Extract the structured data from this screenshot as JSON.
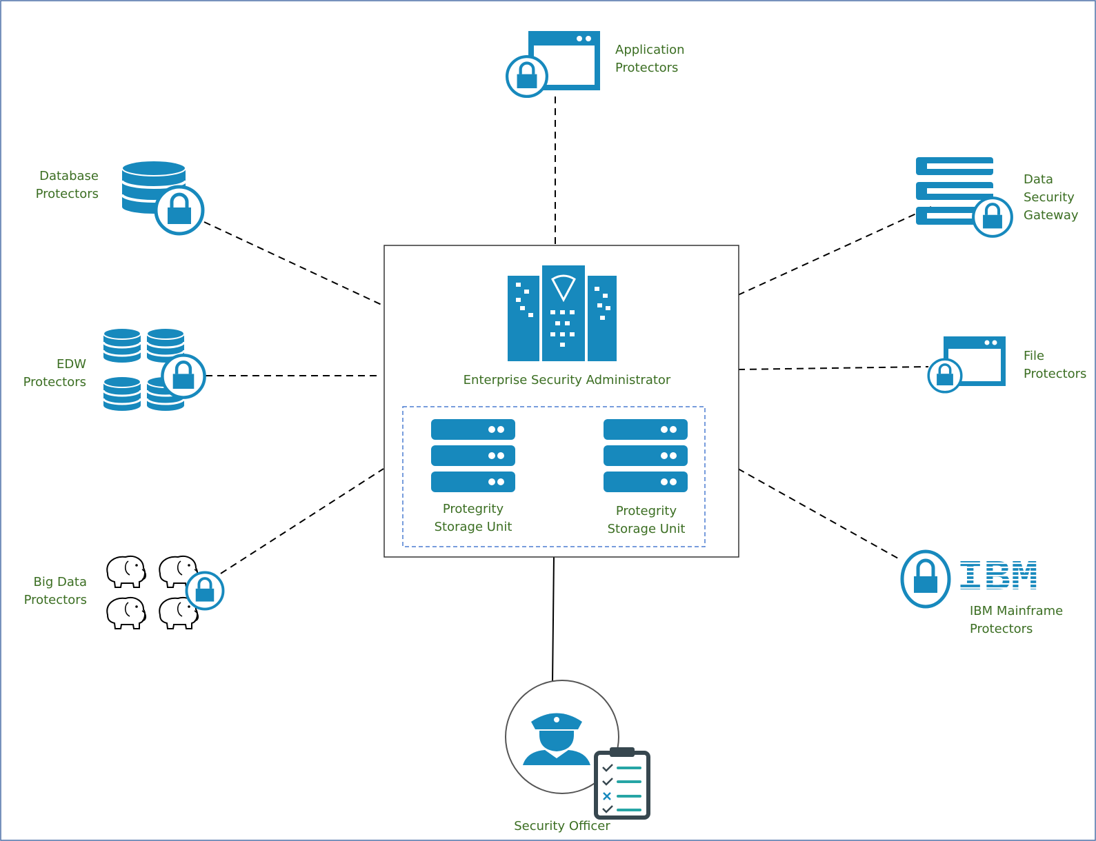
{
  "colors": {
    "accent": "#1789bd",
    "label": "#3b6e22",
    "line": "#000000",
    "storage_border": "#4a7bd0"
  },
  "center": {
    "title": "Enterprise Security Administrator",
    "icon": "office-buildings-icon"
  },
  "storage_units": [
    {
      "line1": "Protegrity",
      "line2": "Storage Unit",
      "icon": "server-rack-icon"
    },
    {
      "line1": "Protegrity",
      "line2": "Storage Unit",
      "icon": "server-rack-icon"
    }
  ],
  "nodes": {
    "application": {
      "line1": "Application",
      "line2": "Protectors",
      "icon": "app-window-lock-icon"
    },
    "database": {
      "line1": "Database",
      "line2": "Protectors",
      "icon": "database-lock-icon"
    },
    "edw": {
      "line1": "EDW",
      "line2": "Protectors",
      "icon": "multi-database-lock-icon"
    },
    "bigdata": {
      "line1": "Big Data",
      "line2": "Protectors",
      "icon": "hadoop-elephants-lock-icon"
    },
    "gateway": {
      "line1": "Data",
      "line2": "Security",
      "line3": "Gateway",
      "icon": "gateway-lock-icon"
    },
    "file": {
      "line1": "File",
      "line2": "Protectors",
      "icon": "file-window-lock-icon"
    },
    "ibm": {
      "line1": "IBM Mainframe",
      "line2": "Protectors",
      "logo": "IBM",
      "icon": "ibm-lock-icon"
    },
    "officer": {
      "line1": "Security Officer",
      "icon": "security-officer-icon"
    }
  }
}
